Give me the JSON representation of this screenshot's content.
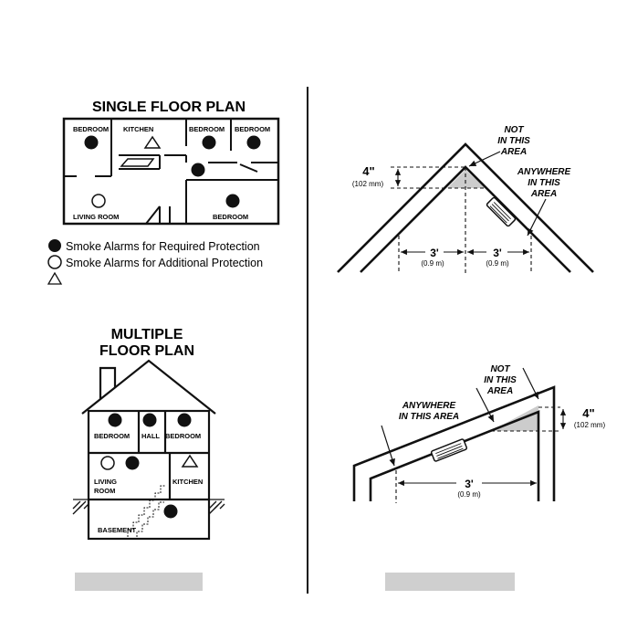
{
  "single_plan": {
    "title": "SINGLE FLOOR PLAN",
    "rooms": {
      "bedroom_left": "BEDROOM",
      "kitchen": "KITCHEN",
      "bedroom_mid": "BEDROOM",
      "bedroom_right": "BEDROOM",
      "living_room": "LIVING ROOM",
      "bedroom_bottom": "BEDROOM"
    }
  },
  "legend": {
    "required": "Smoke Alarms for Required Protection",
    "additional": "Smoke Alarms for Additional Protection",
    "heat": ""
  },
  "multi_plan": {
    "title_line1": "MULTIPLE",
    "title_line2": "FLOOR PLAN",
    "rooms": {
      "bedroom_left": "BEDROOM",
      "hall": "HALL",
      "bedroom_right": "BEDROOM",
      "living_line1": "LIVING",
      "living_line2": "ROOM",
      "kitchen": "KITCHEN",
      "basement": "BASEMENT"
    }
  },
  "peaked_ceiling": {
    "not_line1": "NOT",
    "not_line2": "IN THIS",
    "not_line3": "AREA",
    "any_line1": "ANYWHERE",
    "any_line2": "IN THIS",
    "any_line3": "AREA",
    "dim_4": "4\"",
    "dim_4_mm": "(102 mm)",
    "dim_3_left": "3'",
    "dim_3_left_m": "(0.9 m)",
    "dim_3_right": "3'",
    "dim_3_right_m": "(0.9 m)"
  },
  "sloped_ceiling": {
    "not_line1": "NOT",
    "not_line2": "IN THIS",
    "not_line3": "AREA",
    "any_line1": "ANYWHERE",
    "any_line2": "IN THIS AREA",
    "dim_4": "4\"",
    "dim_4_mm": "(102 mm)",
    "dim_3": "3'",
    "dim_3_m": "(0.9 m)"
  },
  "captions": {
    "left": "",
    "right": ""
  }
}
